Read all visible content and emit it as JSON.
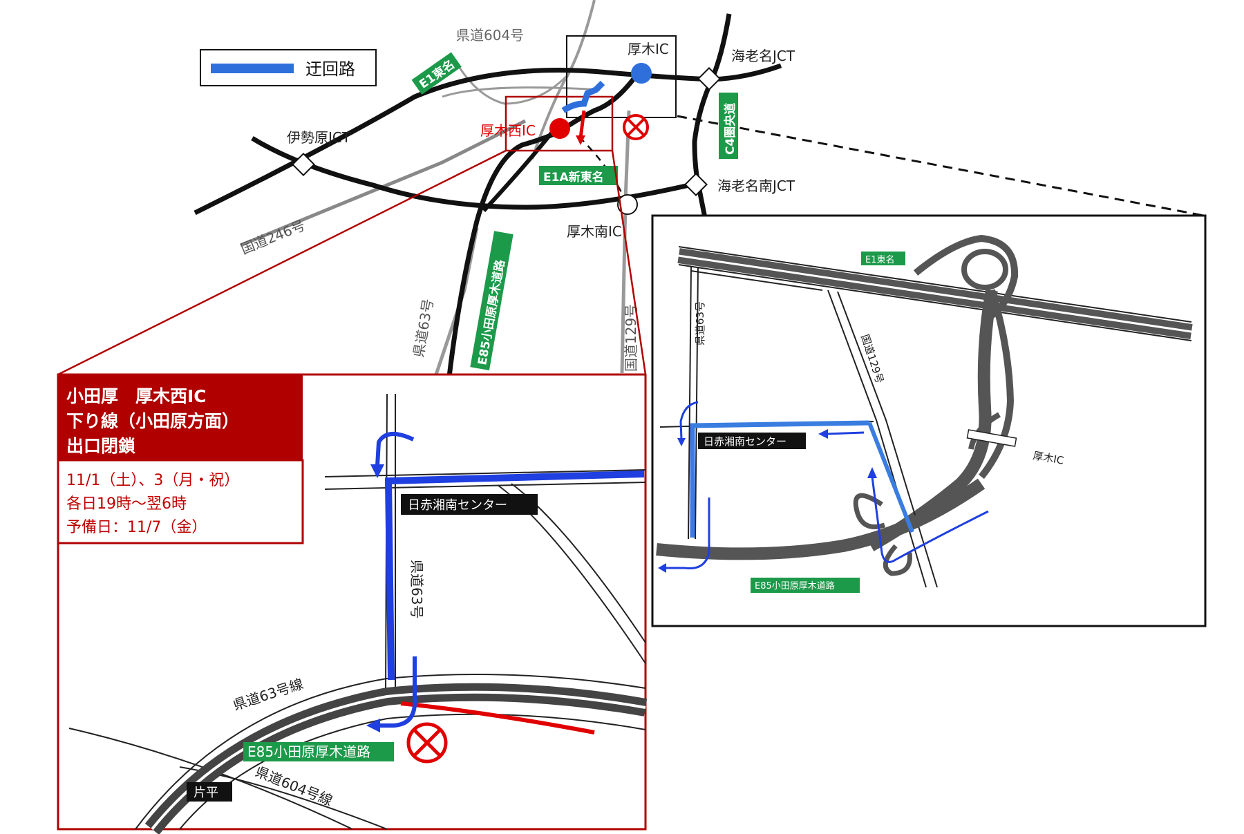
{
  "legend": {
    "label": "迂回路",
    "color": "#2e6fdc"
  },
  "overview": {
    "ic_atsugi": "厚木IC",
    "ic_atsugi_west": "厚木西IC",
    "ic_atsugi_south": "厚木南IC",
    "jct_isehara": "伊勢原JCT",
    "jct_ebina": "海老名JCT",
    "jct_ebina_south": "海老名南JCT",
    "route_e1": "E1東名",
    "route_e1a": "E1A新東名",
    "route_c4": "C4圏央道",
    "route_e85": "E85小田原厚木道路",
    "pref_road_604": "県道604号",
    "national_246": "国道246号",
    "pref_road_63": "県道63号",
    "national_129": "国道129号"
  },
  "info_box": {
    "title_line1": "小田厚　厚木西IC",
    "title_line2": "下り線（小田原方面）",
    "title_line3": "出口閉鎖",
    "date_line": "11/1（土）、3（月・祝）",
    "time_line": "各日19時～翌6時",
    "reserve_line": "予備日：11/7（金）"
  },
  "detail_left": {
    "center_label": "日赤湘南センター",
    "road_63": "県道63号",
    "road_63_line": "県道63号線",
    "road_604_line": "県道604号線",
    "e85_label": "E85小田原厚木道路",
    "katahira": "片平"
  },
  "detail_right": {
    "e1_label": "E1東名",
    "road_63": "県道63号",
    "national_129": "国道129号",
    "center_label": "日赤湘南センター",
    "atsugi_ic": "厚木IC",
    "e85_label": "E85小田原厚木道路"
  },
  "colors": {
    "detour_blue": "#1f3fe0",
    "detour_light_blue": "#3a7de0",
    "closure_red": "#e00000",
    "frame_red": "#b00000",
    "route_green": "#1c9a4a",
    "highway_gray": "#666666"
  }
}
